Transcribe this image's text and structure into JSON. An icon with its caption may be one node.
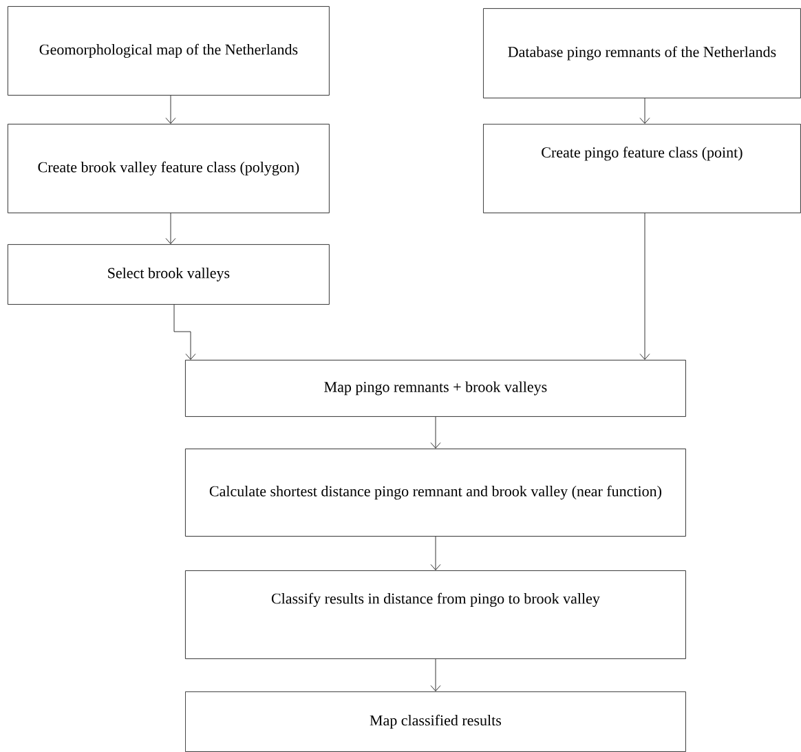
{
  "diagram": {
    "nodes": [
      {
        "text": [
          "Geomorphological map of the Netherlands"
        ]
      },
      {
        "text": [
          "Create brook valley feature class (polygon)"
        ]
      },
      {
        "text": [
          "Select brook valleys"
        ]
      },
      {
        "text": [
          "Database pingo remnants of the Netherlands"
        ]
      },
      {
        "text": [
          "Create pingo feature class (point)"
        ]
      },
      {
        "text": [
          "Map pingo remnants + brook valleys"
        ]
      },
      {
        "text": [
          "Calculate shortest distance pingo remnant and brook valley (near function)"
        ]
      },
      {
        "text": [
          "Classify results in distance from pingo to brook valley"
        ]
      },
      {
        "text": [
          "Map classified results"
        ]
      }
    ],
    "edges": [
      {
        "from": 0,
        "to": 1,
        "arrow": "to"
      },
      {
        "from": 1,
        "to": 2,
        "arrow": "to"
      },
      {
        "from": 2,
        "to": 5,
        "arrow": "to"
      },
      {
        "from": 3,
        "to": 4,
        "arrow": "to"
      },
      {
        "from": 4,
        "to": 5,
        "arrow": "to"
      },
      {
        "from": 5,
        "to": 6,
        "arrow": "to"
      },
      {
        "from": 6,
        "to": 7,
        "arrow": "to"
      },
      {
        "from": 7,
        "to": 8,
        "arrow": "to"
      }
    ]
  }
}
